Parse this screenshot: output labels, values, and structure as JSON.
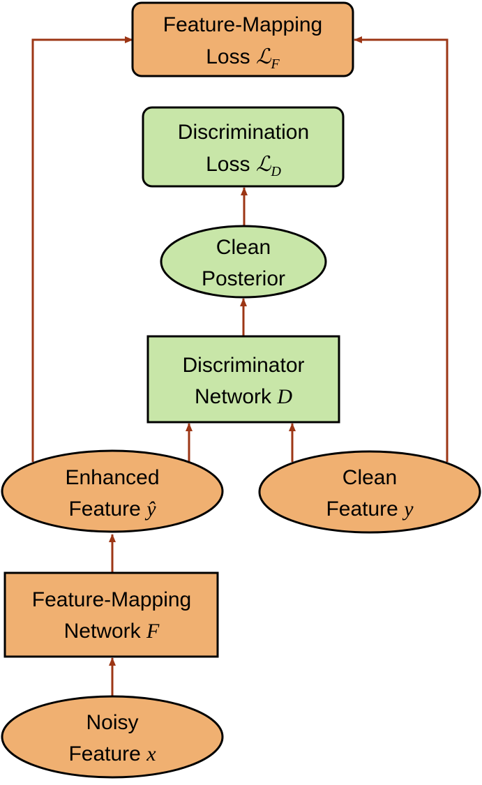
{
  "colors": {
    "orange_fill": "#f0b071",
    "green_fill": "#c8e6a8",
    "arrow": "#9c3615",
    "stroke": "#000000"
  },
  "nodes": {
    "fm_loss": {
      "line1": "Feature-Mapping",
      "line2": "Loss",
      "math": "ℒ",
      "sub": "F"
    },
    "disc_loss": {
      "line1": "Discrimination",
      "line2": "Loss",
      "math": "ℒ",
      "sub": "D"
    },
    "clean_post": {
      "line1": "Clean",
      "line2": "Posterior"
    },
    "disc_net": {
      "line1": "Discriminator",
      "line2": "Network",
      "math": "D"
    },
    "enhanced": {
      "line1": "Enhanced",
      "line2": "Feature",
      "math": "ŷ"
    },
    "clean_feature": {
      "line1": "Clean",
      "line2": "Feature",
      "math": "y"
    },
    "fm_net": {
      "line1": "Feature-Mapping",
      "line2": "Network",
      "math": "F"
    },
    "noisy": {
      "line1": "Noisy",
      "line2": "Feature",
      "math": "x"
    }
  }
}
